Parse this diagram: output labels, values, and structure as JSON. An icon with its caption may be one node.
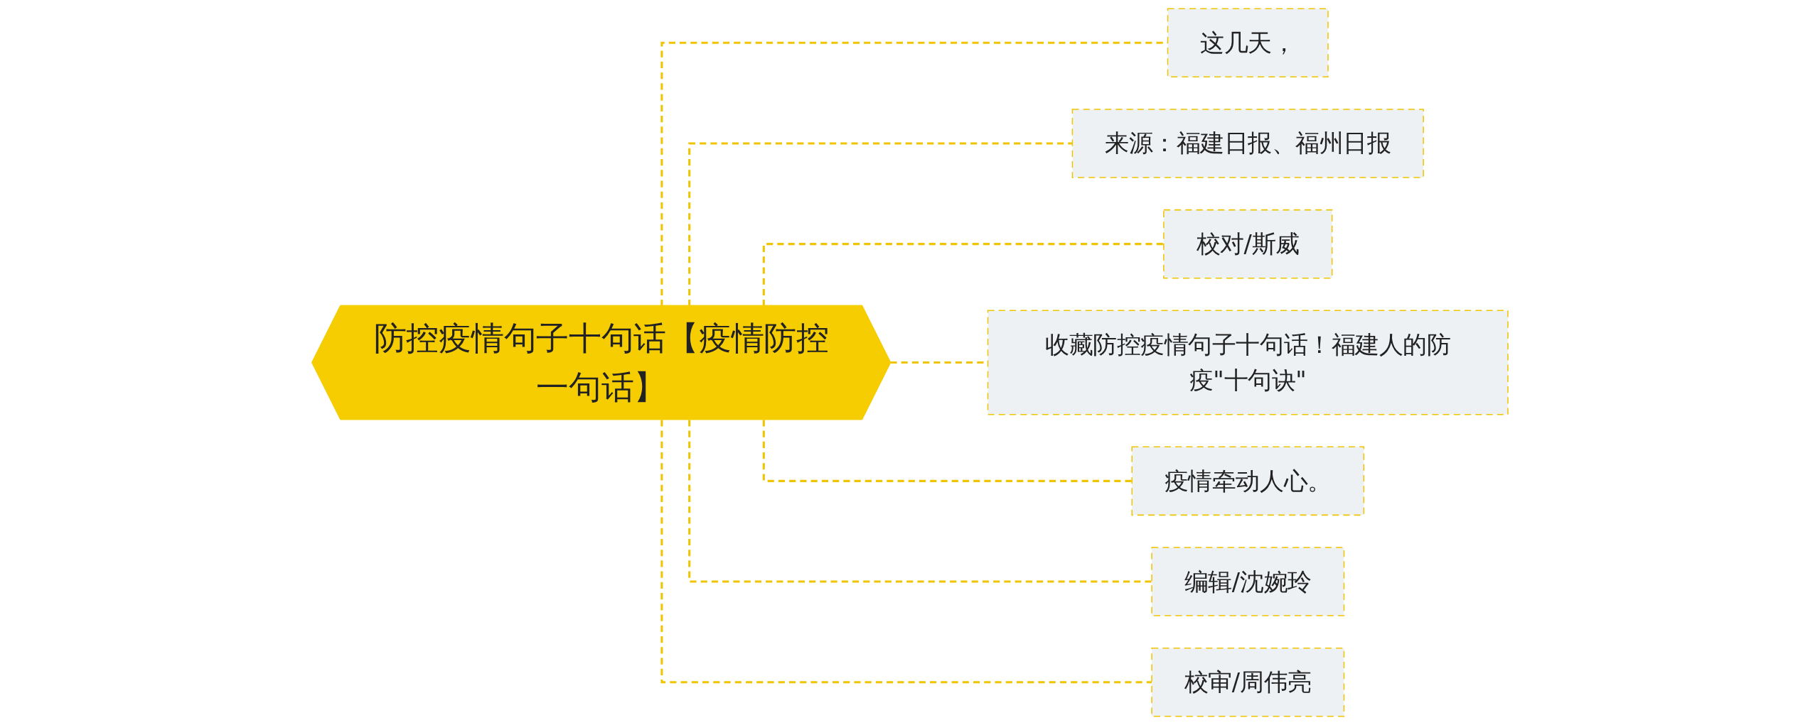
{
  "diagram": {
    "nodes": [
      {
        "text": [
          "防控疫情句子十句话【疫情防控一句话】"
        ]
      },
      {
        "text": [
          "这几天，"
        ]
      },
      {
        "text": [
          "来源：福建日报、福州日报"
        ]
      },
      {
        "text": [
          "校对/斯威"
        ]
      },
      {
        "text": [
          "收藏防控疫情句子十句话！福建人的防疫\"十句诀\""
        ]
      },
      {
        "text": [
          "疫情牵动人心。"
        ]
      },
      {
        "text": [
          "编辑/沈婉玲"
        ]
      },
      {
        "text": [
          "校审/周伟亮"
        ]
      }
    ],
    "edges": [
      {
        "from": 0,
        "to": 1,
        "arrow": "none",
        "style": "dashed"
      },
      {
        "from": 0,
        "to": 2,
        "arrow": "none",
        "style": "dashed"
      },
      {
        "from": 0,
        "to": 3,
        "arrow": "none",
        "style": "dashed"
      },
      {
        "from": 0,
        "to": 4,
        "arrow": "none",
        "style": "dashed"
      },
      {
        "from": 0,
        "to": 5,
        "arrow": "none",
        "style": "dashed"
      },
      {
        "from": 0,
        "to": 6,
        "arrow": "none",
        "style": "dashed"
      },
      {
        "from": 0,
        "to": 7,
        "arrow": "none",
        "style": "dashed"
      }
    ]
  }
}
